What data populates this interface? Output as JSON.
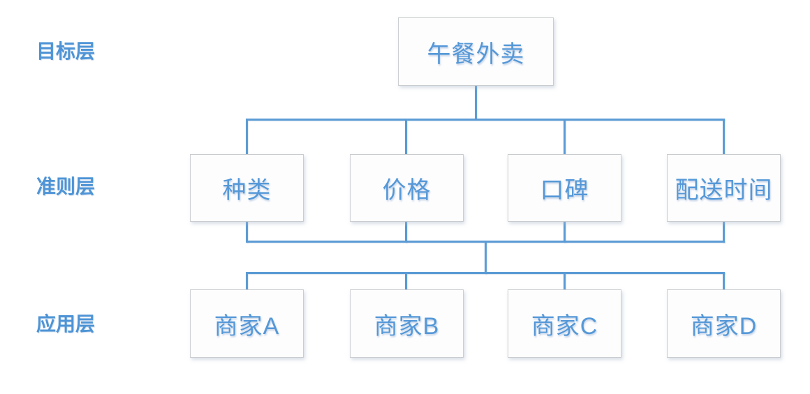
{
  "diagram": {
    "type": "hierarchy",
    "layer_labels": [
      "目标层",
      "准则层",
      "应用层"
    ],
    "goal": {
      "label": "午餐外卖"
    },
    "criteria": [
      {
        "label": "种类"
      },
      {
        "label": "价格"
      },
      {
        "label": "口碑"
      },
      {
        "label": "配送时间"
      }
    ],
    "alternatives": [
      {
        "label": "商家A"
      },
      {
        "label": "商家B"
      },
      {
        "label": "商家C"
      },
      {
        "label": "商家D"
      }
    ],
    "edges": [
      [
        "午餐外卖",
        "种类"
      ],
      [
        "午餐外卖",
        "价格"
      ],
      [
        "午餐外卖",
        "口碑"
      ],
      [
        "午餐外卖",
        "配送时间"
      ],
      [
        "种类",
        "商家A"
      ],
      [
        "种类",
        "商家B"
      ],
      [
        "种类",
        "商家C"
      ],
      [
        "种类",
        "商家D"
      ],
      [
        "价格",
        "商家A"
      ],
      [
        "价格",
        "商家B"
      ],
      [
        "价格",
        "商家C"
      ],
      [
        "价格",
        "商家D"
      ],
      [
        "口碑",
        "商家A"
      ],
      [
        "口碑",
        "商家B"
      ],
      [
        "口碑",
        "商家C"
      ],
      [
        "口碑",
        "商家D"
      ],
      [
        "配送时间",
        "商家A"
      ],
      [
        "配送时间",
        "商家B"
      ],
      [
        "配送时间",
        "商家C"
      ],
      [
        "配送时间",
        "商家D"
      ]
    ],
    "colors": {
      "accent_line": "#5b9bd5",
      "node_text": "#5598d8",
      "label_text": "#4e94d6",
      "node_border": "#c9cccf",
      "node_background": "#fdfdfe",
      "background": "#ffffff"
    }
  }
}
